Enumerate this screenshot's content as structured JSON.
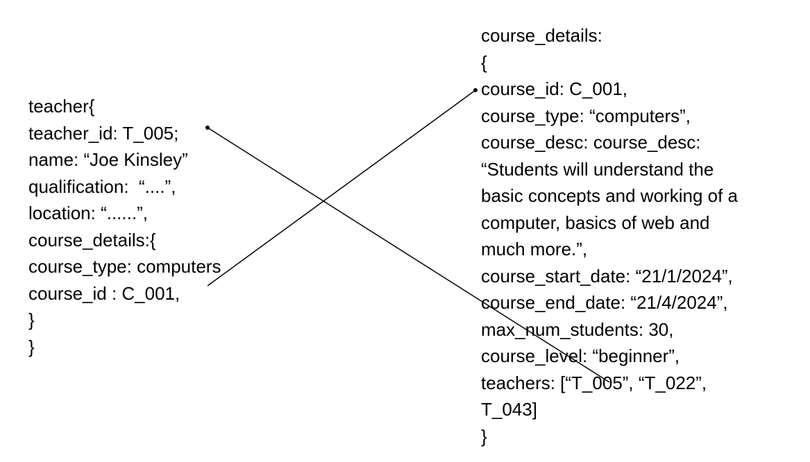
{
  "teacher_block": {
    "lines": [
      "teacher{",
      "teacher_id: T_005;",
      "name: “Joe Kinsley”",
      "qualification:  “....”,",
      "location: “......”,",
      "course_details:{",
      "course_type: computers",
      "course_id : C_001,",
      "}",
      "}"
    ]
  },
  "course_block": {
    "lines": [
      "course_details:",
      "{",
      "course_id: C_001,",
      "course_type: “computers”,",
      "course_desc: course_desc:",
      "“Students will understand the",
      "basic concepts and working of a",
      "computer, basics of web and",
      "much more.”,",
      "course_start_date: “21/1/2024”,",
      "course_end_date: “21/4/2024”,",
      "max_num_students: 30,",
      "course_level: “beginner”,",
      "teachers: [“T_005”, “T_022”,",
      "T_043]",
      "}"
    ]
  },
  "connectors": [
    {
      "from": "course_id : C_001,",
      "to": "course_id: C_001,"
    },
    {
      "from": "teacher_id: T_005;",
      "to": "“T_005”"
    }
  ],
  "colors": {
    "text": "#000000",
    "line": "#000000",
    "background": "#ffffff"
  }
}
